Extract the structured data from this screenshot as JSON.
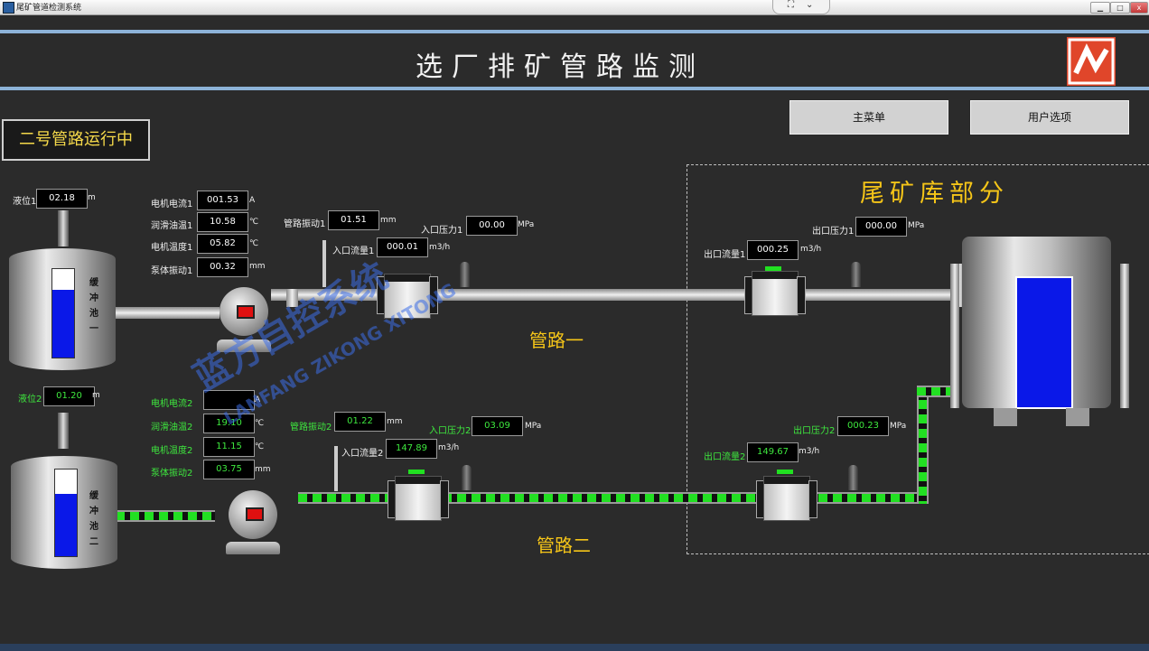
{
  "window": {
    "title": "尾矿管道检测系统",
    "close": "x"
  },
  "header": {
    "title": "选厂排矿管路监测"
  },
  "menu": {
    "main": "主菜单",
    "user": "用户选项"
  },
  "status": "二号管路运行中",
  "tailings": {
    "title": "尾矿库部分"
  },
  "tanks": {
    "t1": {
      "label": "缓冲池一",
      "chars": [
        "缓",
        "冲",
        "池",
        "一"
      ],
      "fill": 0.77
    },
    "t2": {
      "label": "缓冲池二",
      "chars": [
        "缓",
        "冲",
        "池",
        "二"
      ],
      "fill": 0.72
    }
  },
  "pipeline1": {
    "name": "管路一",
    "level": {
      "label": "液位1",
      "value": "02.18",
      "unit": "m"
    },
    "motor_current": {
      "label": "电机电流1",
      "value": "001.53",
      "unit": "A"
    },
    "oil_temp": {
      "label": "润滑油温1",
      "value": "10.58",
      "unit": "℃"
    },
    "motor_temp": {
      "label": "电机温度1",
      "value": "05.82",
      "unit": "℃"
    },
    "pump_vib": {
      "label": "泵体振动1",
      "value": "00.32",
      "unit": "mm"
    },
    "pipe_vib": {
      "label": "管路振动1",
      "value": "01.51",
      "unit": "mm"
    },
    "in_flow": {
      "label": "入口流量1",
      "value": "000.01",
      "unit": "m3/h"
    },
    "in_press": {
      "label": "入口压力1",
      "value": "00.00",
      "unit": "MPa"
    },
    "out_press": {
      "label": "出口压力1",
      "value": "000.00",
      "unit": "MPa"
    },
    "out_flow": {
      "label": "出口流量1",
      "value": "000.25",
      "unit": "m3/h"
    }
  },
  "pipeline2": {
    "name": "管路二",
    "level": {
      "label": "液位2",
      "value": "01.20",
      "unit": "m"
    },
    "motor_current": {
      "label": "电机电流2",
      "value": "",
      "unit": "A"
    },
    "oil_temp": {
      "label": "润滑油温2",
      "value": "19.10",
      "unit": "℃"
    },
    "motor_temp": {
      "label": "电机温度2",
      "value": "11.15",
      "unit": "℃"
    },
    "pump_vib": {
      "label": "泵体振动2",
      "value": "03.75",
      "unit": "mm"
    },
    "pipe_vib": {
      "label": "管路振动2",
      "value": "01.22",
      "unit": "mm"
    },
    "in_flow": {
      "label": "入口流量2",
      "value": "147.89",
      "unit": "m3/h"
    },
    "in_press": {
      "label": "入口压力2",
      "value": "03.09",
      "unit": "MPa"
    },
    "out_press": {
      "label": "出口压力2",
      "value": "000.23",
      "unit": "MPa"
    },
    "out_flow": {
      "label": "出口流量2",
      "value": "149.67",
      "unit": "m3/h"
    }
  },
  "watermark": {
    "cn": "蓝方自控系统",
    "en": "LANFANG ZIKONG XITONG"
  },
  "colors": {
    "background": "#2b2b2b",
    "accent_line": "#8db3d8",
    "label_green": "#3ee83e",
    "section_title": "#f5c518",
    "tank_fill": "#0a18e8",
    "flow": "#22e022"
  }
}
